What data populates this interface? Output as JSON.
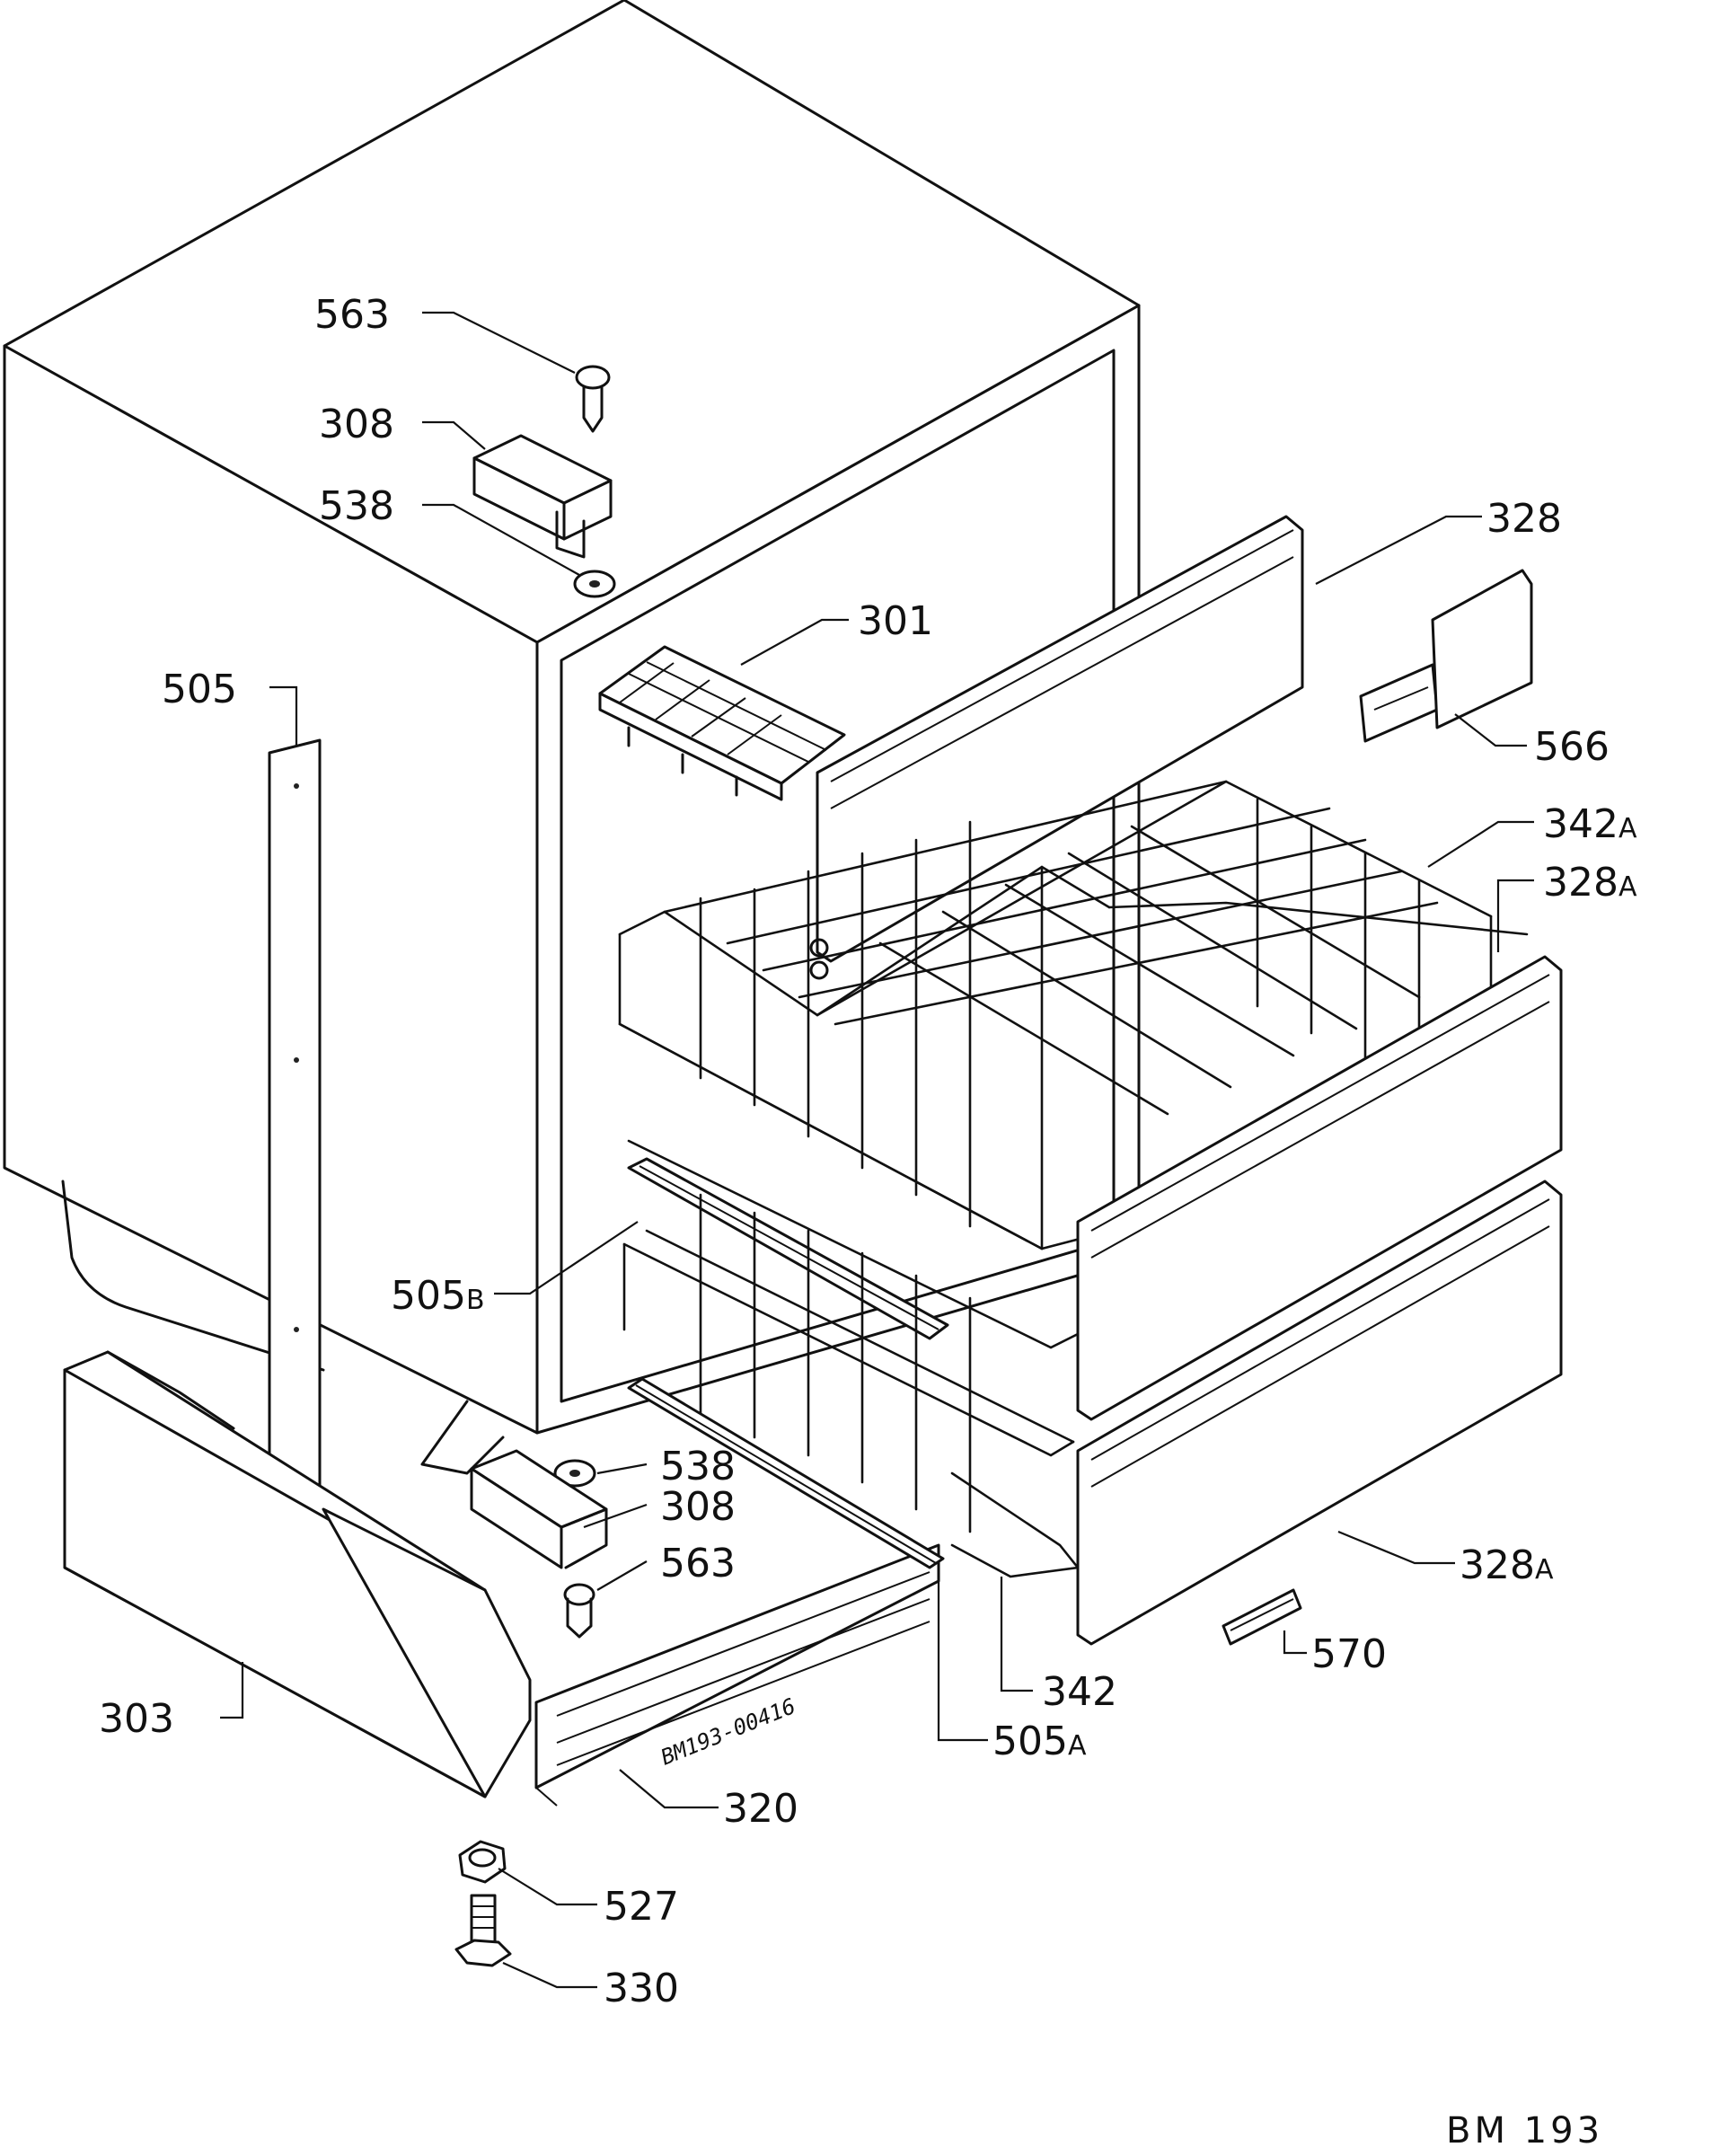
{
  "labels": {
    "p563_top": "563",
    "p308_top": "308",
    "p538_top": "538",
    "p505": "505",
    "p301": "301",
    "p328": "328",
    "p566": "566",
    "p342a_num": "342",
    "p342a_sfx": "A",
    "p328a_top_num": "328",
    "p328a_top_sfx": "A",
    "p505b_num": "505",
    "p505b_sfx": "B",
    "p538_bot": "538",
    "p308_bot": "308",
    "p563_bot": "563",
    "p328a_bot_num": "328",
    "p328a_bot_sfx": "A",
    "p570": "570",
    "p342": "342",
    "p505a_num": "505",
    "p505a_sfx": "A",
    "p303": "303",
    "p320": "320",
    "p527": "527",
    "p330": "330"
  },
  "stamp": "BM193-00416",
  "diagram_code": "BM 193"
}
